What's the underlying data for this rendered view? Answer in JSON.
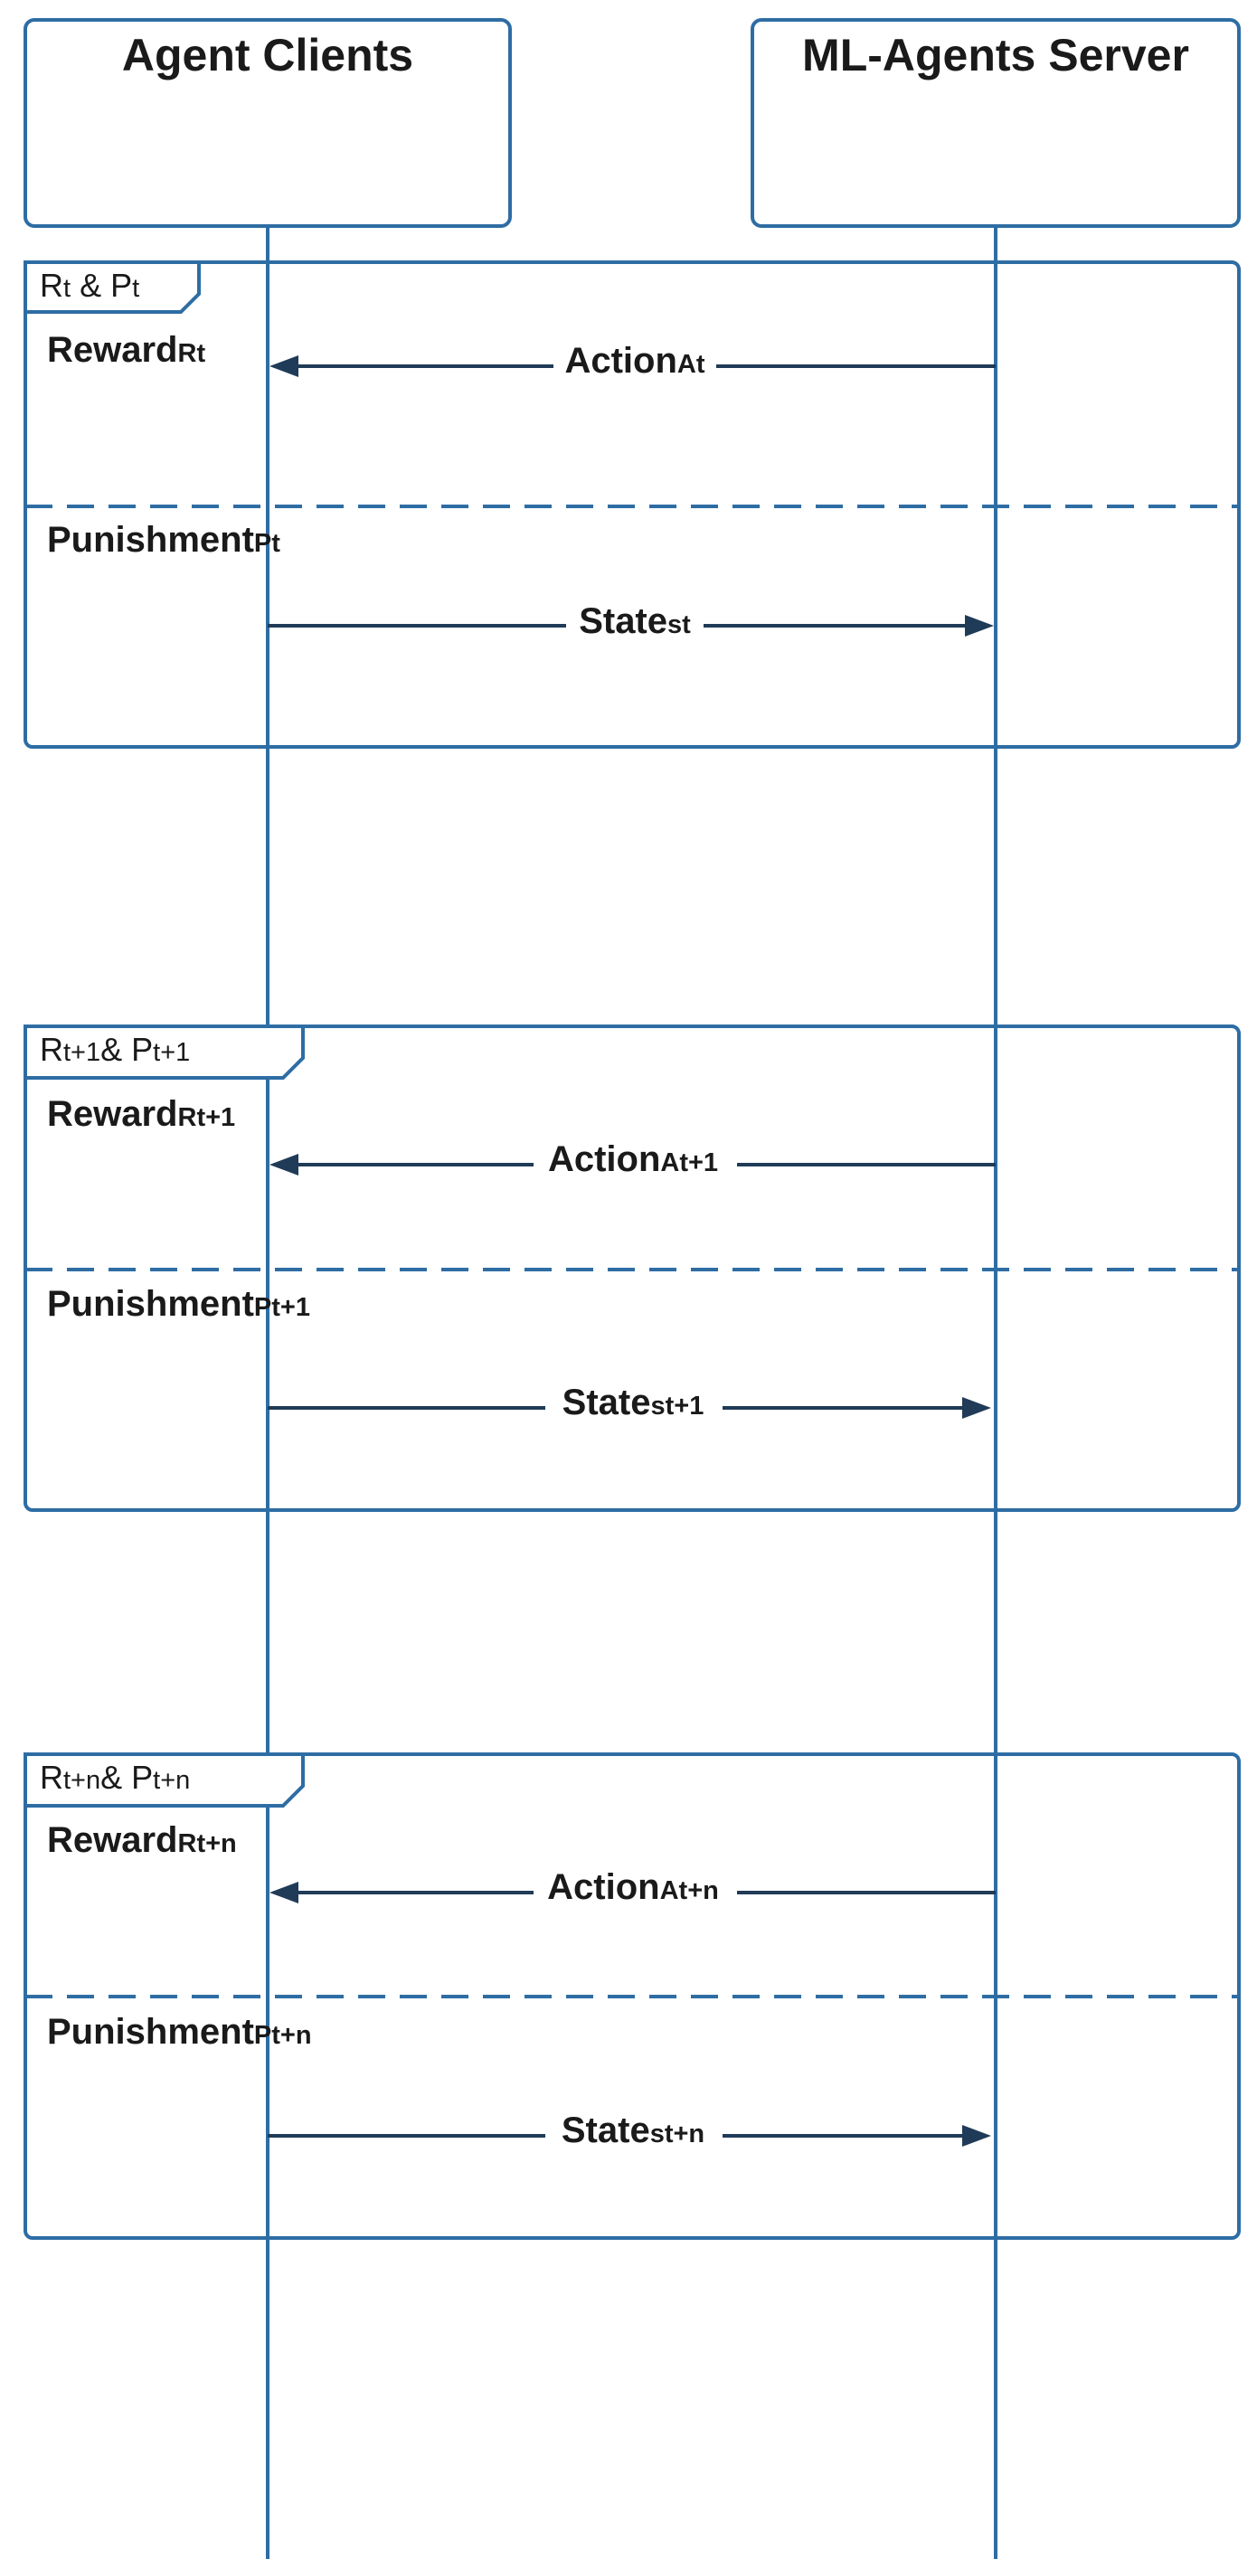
{
  "participants": {
    "left": "Agent Clients",
    "right": "ML-Agents Server"
  },
  "blocks": [
    {
      "tab": {
        "main": "R",
        "sub": "t",
        "mid": " & P",
        "sub2": "t"
      },
      "reward": {
        "main": "Reward",
        "sub": "Rt"
      },
      "punishment": {
        "main": "Punishment",
        "sub": "Pt"
      },
      "action": {
        "main": "Action",
        "sub": "At"
      },
      "state": {
        "main": "State",
        "sub": "st"
      }
    },
    {
      "tab": {
        "main": "R",
        "sub": "t+1",
        "mid": "& P",
        "sub2": "t+1"
      },
      "reward": {
        "main": "Reward",
        "sub": "Rt+1"
      },
      "punishment": {
        "main": "Punishment",
        "sub": "Pt+1"
      },
      "action": {
        "main": "Action",
        "sub": "At+1"
      },
      "state": {
        "main": "State",
        "sub": "st+1"
      }
    },
    {
      "tab": {
        "main": "R",
        "sub": "t+n",
        "mid": "& P",
        "sub2": "t+n"
      },
      "reward": {
        "main": "Reward",
        "sub": "Rt+n"
      },
      "punishment": {
        "main": "Punishment",
        "sub": "Pt+n"
      },
      "action": {
        "main": "Action",
        "sub": "At+n"
      },
      "state": {
        "main": "State",
        "sub": "st+n"
      }
    }
  ],
  "colors": {
    "frame": "#2e6da4",
    "arrow": "#1f3b57"
  }
}
